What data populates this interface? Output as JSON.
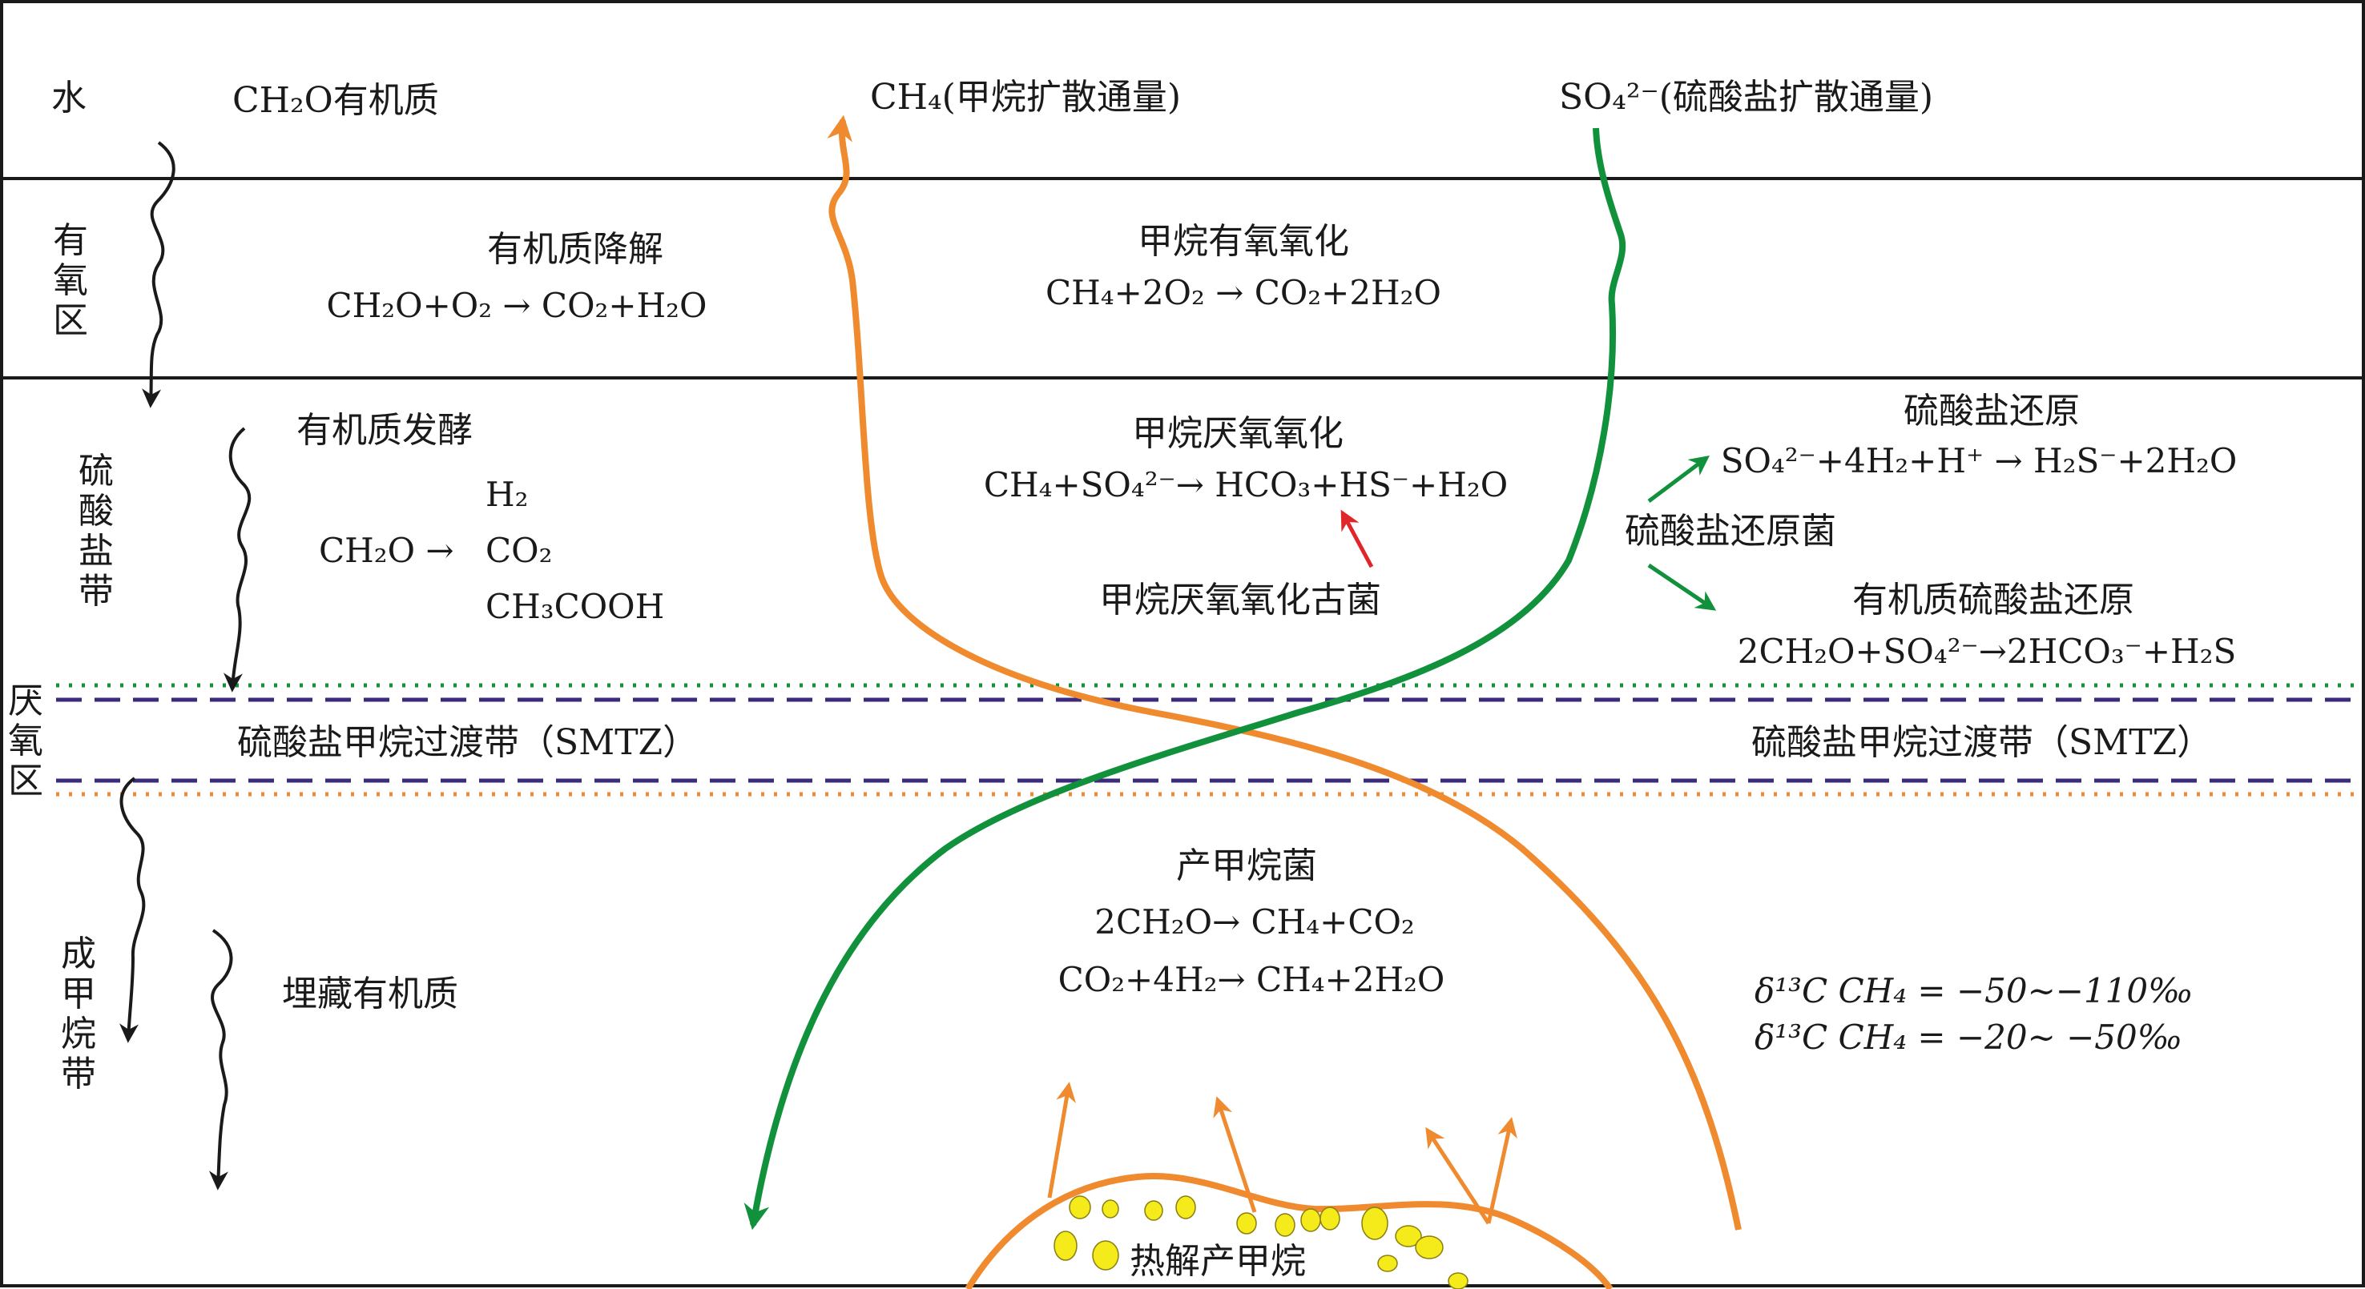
{
  "zones": {
    "water": "水",
    "oxic": [
      "有",
      "氧",
      "区"
    ],
    "sulfate": [
      "硫",
      "酸",
      "盐",
      "带"
    ],
    "anoxic": [
      "厌",
      "氧",
      "区"
    ],
    "methanogenic": [
      "成",
      "甲",
      "烷",
      "带"
    ]
  },
  "top": {
    "organic": "CH₂O有机质",
    "methane_flux": "CH₄(甲烷扩散通量)",
    "sulfate_flux": "SO₄²⁻(硫酸盐扩散通量)"
  },
  "oxic": {
    "om_title": "有机质降解",
    "om_eq": "CH₂O+O₂ → CO₂+H₂O",
    "ch4_title": "甲烷有氧氧化",
    "ch4_eq": "CH₄+2O₂ → CO₂+2H₂O"
  },
  "sulfate": {
    "ferment_title": "有机质发酵",
    "ferment_h2": "H₂",
    "ferment_ch2o": "CH₂O →",
    "ferment_co2": "CO₂",
    "ferment_acetic": "CH₃COOH",
    "aom_title": "甲烷厌氧氧化",
    "aom_eq": "CH₄+SO₄²⁻→ HCO₃+HS⁻+H₂O",
    "aom_archaea": "甲烷厌氧氧化古菌",
    "srb": "硫酸盐还原菌",
    "sr_title": "硫酸盐还原",
    "sr_eq": "SO₄²⁻+4H₂+H⁺ → H₂S⁻+2H₂O",
    "om_sr_title": "有机质硫酸盐还原",
    "om_sr_eq": "2CH₂O+SO₄²⁻→2HCO₃⁻+H₂S"
  },
  "smtz": {
    "left": "硫酸盐甲烷过渡带（SMTZ）",
    "right": "硫酸盐甲烷过渡带（SMTZ）"
  },
  "methanogenic": {
    "buried": "埋藏有机质",
    "title": "产甲烷菌",
    "eq1": "2CH₂O→ CH₄+CO₂",
    "eq2": "CO₂+4H₂→ CH₄+2H₂O",
    "delta1": "δ¹³C CH₄ = −50~−110‰",
    "delta2": "δ¹³C CH₄ = −20~ −50‰",
    "thermo": "热解产甲烷"
  },
  "colors": {
    "methane": "#ef8a2f",
    "sulfate": "#11913c",
    "dashed_line": "#3d2a7d",
    "red_arrow": "#e0262a",
    "gas_bubble": "#f5ea1a",
    "black": "#1a1a1a"
  }
}
